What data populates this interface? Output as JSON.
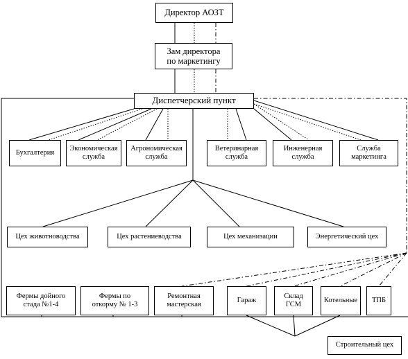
{
  "nodes": {
    "director": "Директор АОЗТ",
    "deputy": "Зам директора\nпо маркетингу",
    "dispatch": "Диспетчерский пункт",
    "accounting": "Бухгалтерия",
    "economic": "Экономическая\nслужба",
    "agronomic": "Агрономическая\nслужба",
    "veterinary": "Ветеринарная\nслужба",
    "engineering": "Инженерная\nслужба",
    "marketing": "Служба\nмаркетинга",
    "livestock": "Цех животноводства",
    "crop": "Цех растениеводства",
    "mechanization": "Цех механизации",
    "energy": "Энергетический цех",
    "dairy_farms": "Фермы дойного\nстада №1-4",
    "fattening_farms": "Фермы по\nоткорму № 1-3",
    "repair_shop": "Ремонтная\nмастерская",
    "garage": "Гараж",
    "fuel_depot": "Склад\nГСМ",
    "boilers": "Котельные",
    "tpb": "ТПБ",
    "construction": "Строительный цех"
  }
}
